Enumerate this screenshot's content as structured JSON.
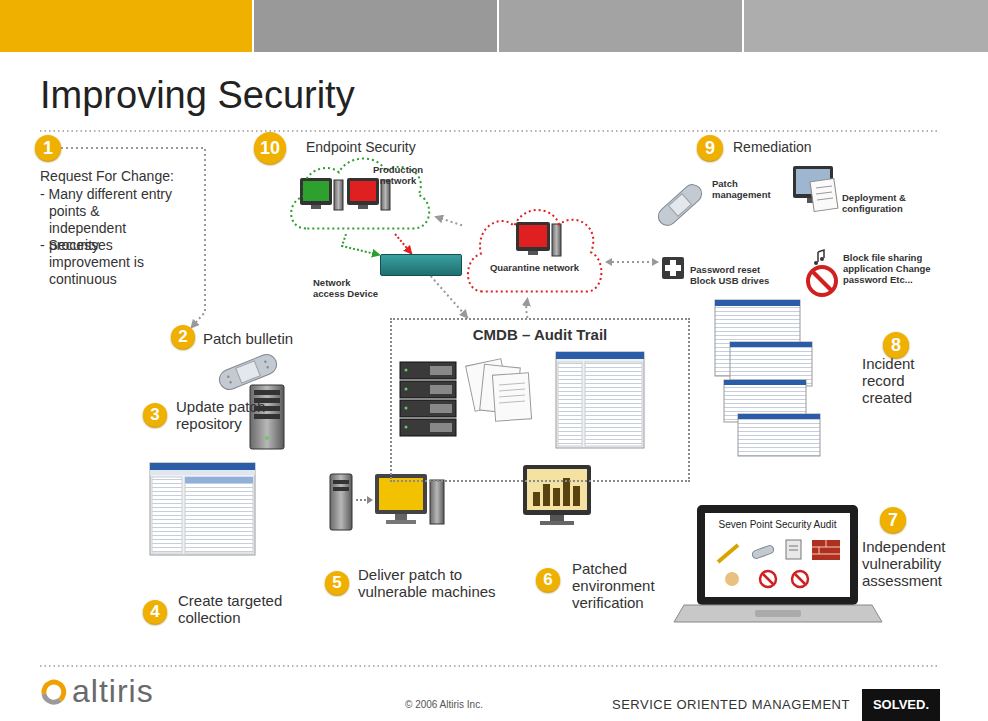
{
  "diagram": {
    "title": "Improving Security",
    "nodes": [
      {
        "text": [
          "1"
        ]
      },
      {
        "text": [
          "2"
        ]
      },
      {
        "text": [
          "3"
        ]
      },
      {
        "text": [
          "4"
        ]
      },
      {
        "text": [
          "5"
        ]
      },
      {
        "text": [
          "6"
        ]
      },
      {
        "text": [
          "7"
        ]
      },
      {
        "text": [
          "8"
        ]
      },
      {
        "text": [
          "9"
        ]
      },
      {
        "text": [
          "10"
        ]
      },
      {
        "text": [
          "Production network"
        ]
      },
      {
        "text": [
          "Network access Device"
        ]
      },
      {
        "text": [
          "Quarantine network"
        ]
      },
      {
        "text": [
          "CMDB – Audit Trail"
        ]
      },
      {
        "text": [
          "Seven Point Security Audit"
        ]
      },
      {
        "text": [
          "SOLVED."
        ]
      }
    ],
    "edges": [
      {
        "from": 0,
        "to": 1,
        "arrow": "to"
      },
      {
        "from": 12,
        "to": 10,
        "arrow": "to"
      },
      {
        "from": 10,
        "to": 11,
        "arrow": "to"
      },
      {
        "from": 10,
        "to": 11,
        "arrow": "to"
      },
      {
        "from": 11,
        "to": 13,
        "arrow": "to"
      },
      {
        "from": 13,
        "to": 12,
        "arrow": "to"
      }
    ],
    "labels": [
      "Request For Change:",
      "- Many different entry points & independent processes",
      "- Security improvement is continuous",
      "Patch bulletin",
      "Update patch repository",
      "Create targeted collection",
      "Deliver patch to vulnerable machines",
      "Patched environment verification",
      "Independent vulnerability assessment",
      "Incident record created",
      "Remediation",
      "Patch management",
      "Deployment & configuration",
      "Password reset Block USB drives",
      "Block file sharing application Change password Etc...",
      "Endpoint Security",
      "altiris",
      "© 2006 Altiris Inc.",
      "SERVICE ORIENTED MANAGEMENT"
    ]
  }
}
